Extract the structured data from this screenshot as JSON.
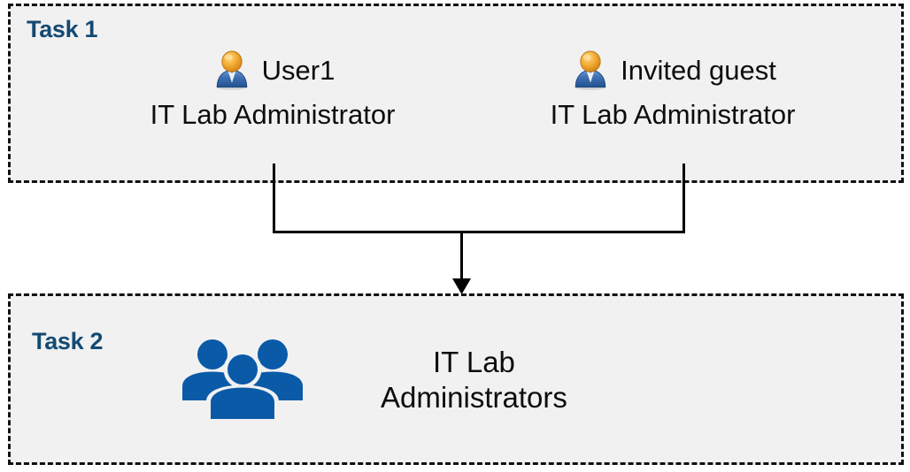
{
  "diagram": {
    "title_color": "#134A72",
    "box_fill": "#F1F1F1",
    "box_border": "#111111",
    "group_icon_color": "#0A5AA8",
    "connector_color": "#000000",
    "tasks": [
      {
        "id": "task1",
        "label": "Task 1",
        "people": [
          {
            "icon": "user-icon",
            "name": "User1",
            "role": "IT Lab Administrator"
          },
          {
            "icon": "user-icon",
            "name": "Invited guest",
            "role": "IT Lab Administrator"
          }
        ]
      },
      {
        "id": "task2",
        "label": "Task 2",
        "group": {
          "icon": "group-people-icon",
          "label": "IT Lab\nAdministrators"
        }
      }
    ],
    "connector": {
      "name": "merge-arrow-connector",
      "direction": "down",
      "from": [
        "User1",
        "Invited guest"
      ],
      "to": "IT Lab Administrators"
    }
  }
}
